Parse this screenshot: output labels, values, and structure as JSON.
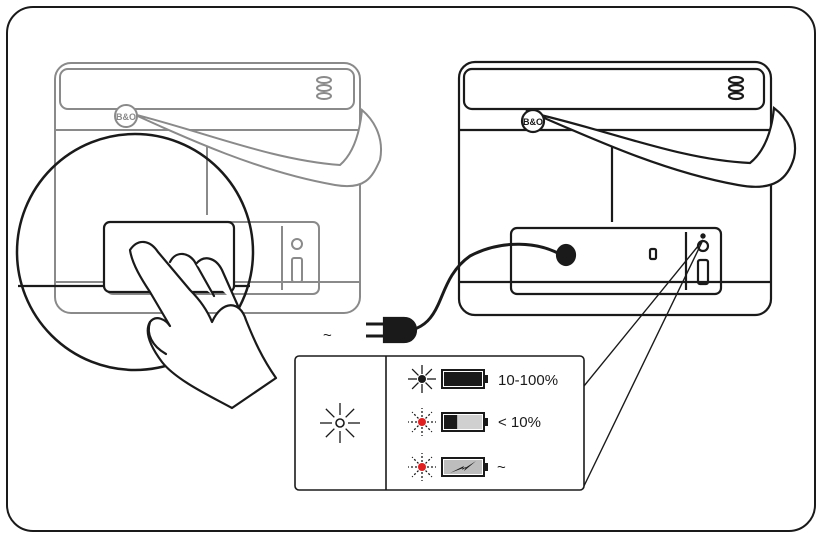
{
  "frame": {
    "border_color": "#1a1a1a",
    "background": "#ffffff"
  },
  "speaker": {
    "logo_text": "B&O"
  },
  "power": {
    "ac_symbol": "~"
  },
  "indicator": {
    "led_off_color": "#1a1a1a",
    "rows": [
      {
        "led_color": "#1a1a1a",
        "battery_level": 1.0,
        "charging": false,
        "label": "10-100%"
      },
      {
        "led_color": "#e02020",
        "battery_level": 0.35,
        "charging": false,
        "label": "< 10%"
      },
      {
        "led_color": "#e02020",
        "battery_level": 1.0,
        "charging": true,
        "label": "~"
      }
    ]
  }
}
